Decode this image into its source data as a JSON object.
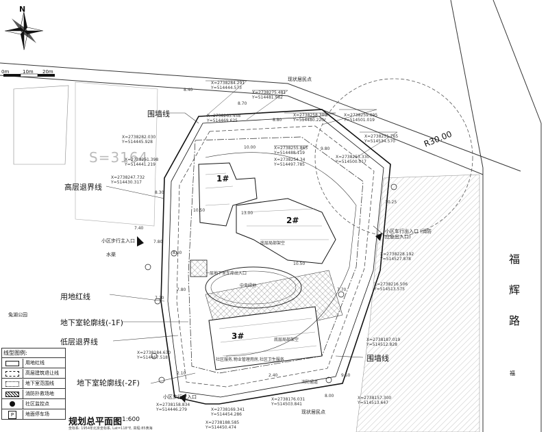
{
  "title": "规划总平面图",
  "scale": "1:600",
  "north": "N",
  "scalebar": [
    "0m",
    "10m",
    "20m"
  ],
  "road_name": [
    "福",
    "辉",
    "路"
  ],
  "road_small": "福",
  "radius_label": "R30.00",
  "watermark": "S=3164",
  "buildings": [
    "1#",
    "2#",
    "3#"
  ],
  "labels": {
    "wall_line_top": "围墙线",
    "highrise_setback": "高层退界线",
    "pedestrian_entrance": "小区步行主入口",
    "land_red_line": "用地红线",
    "basement_1f": "地下室轮廓线(-1F)",
    "lowrise_setback": "低层退界线",
    "basement_2f": "地下室轮廓线(-2F)",
    "wall_line_bottom": "围墙线",
    "vehicle_entrance": "小区车行出入口 (消防应急出入口)",
    "pedestrian_secondary": "小区步行次入口",
    "existing_houses_top": "现状居民点",
    "existing_houses_bottom": "现状居民点",
    "park": "兔湖公园",
    "water": "水渠"
  },
  "legend": {
    "header": "线型图例:",
    "items": [
      "用地红线",
      "高层建筑退让线",
      "地下室范围线",
      "消防扑救场地",
      "社区监控点",
      "地面停车场"
    ]
  },
  "footnote": "坐标系: 1954年北京坐标系, Lat=118°E, 高程:85黄海",
  "coords": [
    "X=2738284.291\nY=514444.573",
    "X=2738275.481\nY=514481.962",
    "X=2738263.458\nY=514469.625",
    "X=2738258.309\nY=514480.220",
    "X=2738259.895\nY=514501.019",
    "X=2738251.765\nY=514534.570",
    "X=2738282.030\nY=514445.928",
    "X=2738251.398\nY=514441.219",
    "X=2738247.732\nY=514430.317",
    "X=2738255.865\nY=514488.119",
    "X=2738254.34\nY=514497.785",
    "X=2738253.330\nY=514500.017",
    "X=2738228.192\nY=514527.878",
    "X=2738216.506\nY=514513.575",
    "X=2738184.630\nY=514467.518",
    "X=2738187.019\nY=514512.828",
    "X=2738158.834\nY=514446.279",
    "X=2738169.341\nY=514454.286",
    "X=2738176.031\nY=514503.841",
    "X=2738157.300\nY=514513.647",
    "X=2738188.585\nY=514450.474"
  ],
  "elevations": [
    "8.40",
    "8.70",
    "8.80",
    "9.80",
    "10.25",
    "7.40",
    "7.80",
    "8.00",
    "10.50",
    "10.50",
    "7.20",
    "7.80",
    "7.70",
    "2.10",
    "2.40",
    "9.50",
    "8.00",
    "8.30",
    "10.00",
    "13.00"
  ],
  "notes": {
    "fire_lane": "消防通道",
    "commercial": "底层局部架空",
    "commercial2": "底层局部架空",
    "community": "社区服务,物业管理用房,社区卫生服务",
    "ramp": "一层地下室车库出入口",
    "garden": "中央绿地"
  }
}
